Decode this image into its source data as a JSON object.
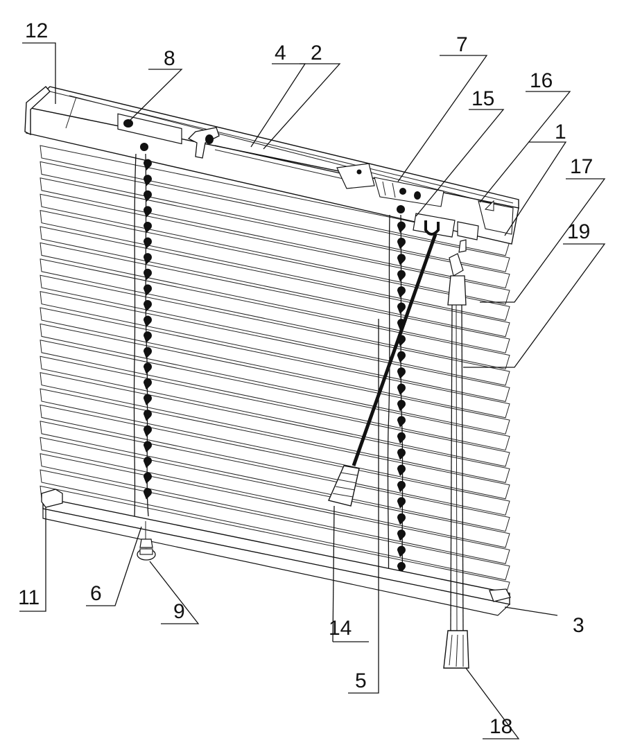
{
  "callouts": [
    {
      "id": "1"
    },
    {
      "id": "2"
    },
    {
      "id": "3"
    },
    {
      "id": "4"
    },
    {
      "id": "5"
    },
    {
      "id": "6"
    },
    {
      "id": "7"
    },
    {
      "id": "8"
    },
    {
      "id": "9"
    },
    {
      "id": "11"
    },
    {
      "id": "12"
    },
    {
      "id": "14"
    },
    {
      "id": "15"
    },
    {
      "id": "16"
    },
    {
      "id": "17"
    },
    {
      "id": "18"
    },
    {
      "id": "19"
    }
  ],
  "colors": {
    "ink": "#111111",
    "paper": "#ffffff"
  }
}
